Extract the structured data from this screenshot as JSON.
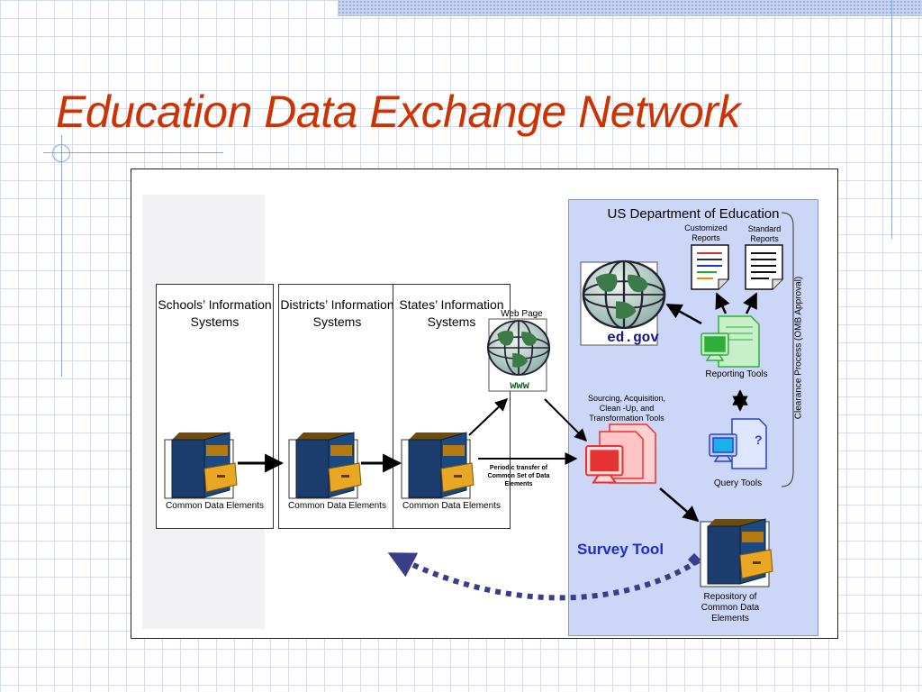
{
  "slide": {
    "title": "Education Data Exchange Network"
  },
  "colors": {
    "title": "#cc3300",
    "doe_panel": "#ccd6f7",
    "survey_tool": "#1f2bcc",
    "dotted_arrow": "#3a3d8a",
    "cabinet_body": "#1c3d6e",
    "drawer": "#e8a824",
    "tool_red": "#e53333",
    "tool_green": "#2fae3a",
    "tool_blue": "#2b3fd6"
  },
  "systems": [
    {
      "label": "Schools’ Information Systems",
      "footer": "Common Data Elements"
    },
    {
      "label": "Districts’ Information Systems",
      "footer": "Common Data Elements"
    },
    {
      "label": "States’ Information Systems",
      "footer": "Common Data Elements"
    }
  ],
  "web_page": {
    "label": "Web Page",
    "globe_text": "www"
  },
  "transfer_note": "Periodic transfer of Common Set of Data Elements",
  "doe": {
    "title": "US Department of Education",
    "site_label": "ed.gov",
    "customized_reports": "Customized Reports",
    "standard_reports": "Standard Reports",
    "reporting_tools": "Reporting Tools",
    "query_tools": "Query Tools",
    "sourcing": "Sourcing, Acquisition, Clean -Up, and Transformation Tools",
    "repository": "Repository of Common Data Elements",
    "survey_tool": "Survey Tool",
    "clearance": "Clearance Process (OMB Approval)"
  }
}
